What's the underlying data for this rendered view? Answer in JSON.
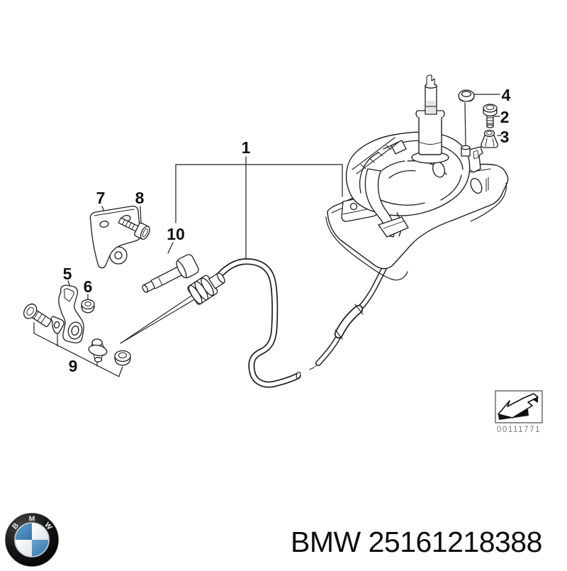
{
  "diagram": {
    "type": "exploded-parts-drawing",
    "subject": "automatic transmission shift mechanism with selector cable",
    "callouts": [
      {
        "label": "1"
      },
      {
        "label": "2"
      },
      {
        "label": "3"
      },
      {
        "label": "4"
      },
      {
        "label": "5"
      },
      {
        "label": "6"
      },
      {
        "label": "7"
      },
      {
        "label": "8"
      },
      {
        "label": "9"
      },
      {
        "label": "10"
      }
    ],
    "image_id": "00111771"
  },
  "footer": {
    "brand": "BMW",
    "part_number": "25161218388",
    "part_label": "BMW 25161218388",
    "logo": {
      "b": "B",
      "m": "M",
      "w": "W"
    }
  },
  "colors": {
    "background": "#ffffff",
    "line": "#1d1d1d",
    "callout_text": "#111111",
    "stamp_text": "#7a7a7a",
    "logo_blue": "#2d74ab",
    "logo_ring": "#0b0b0b"
  }
}
